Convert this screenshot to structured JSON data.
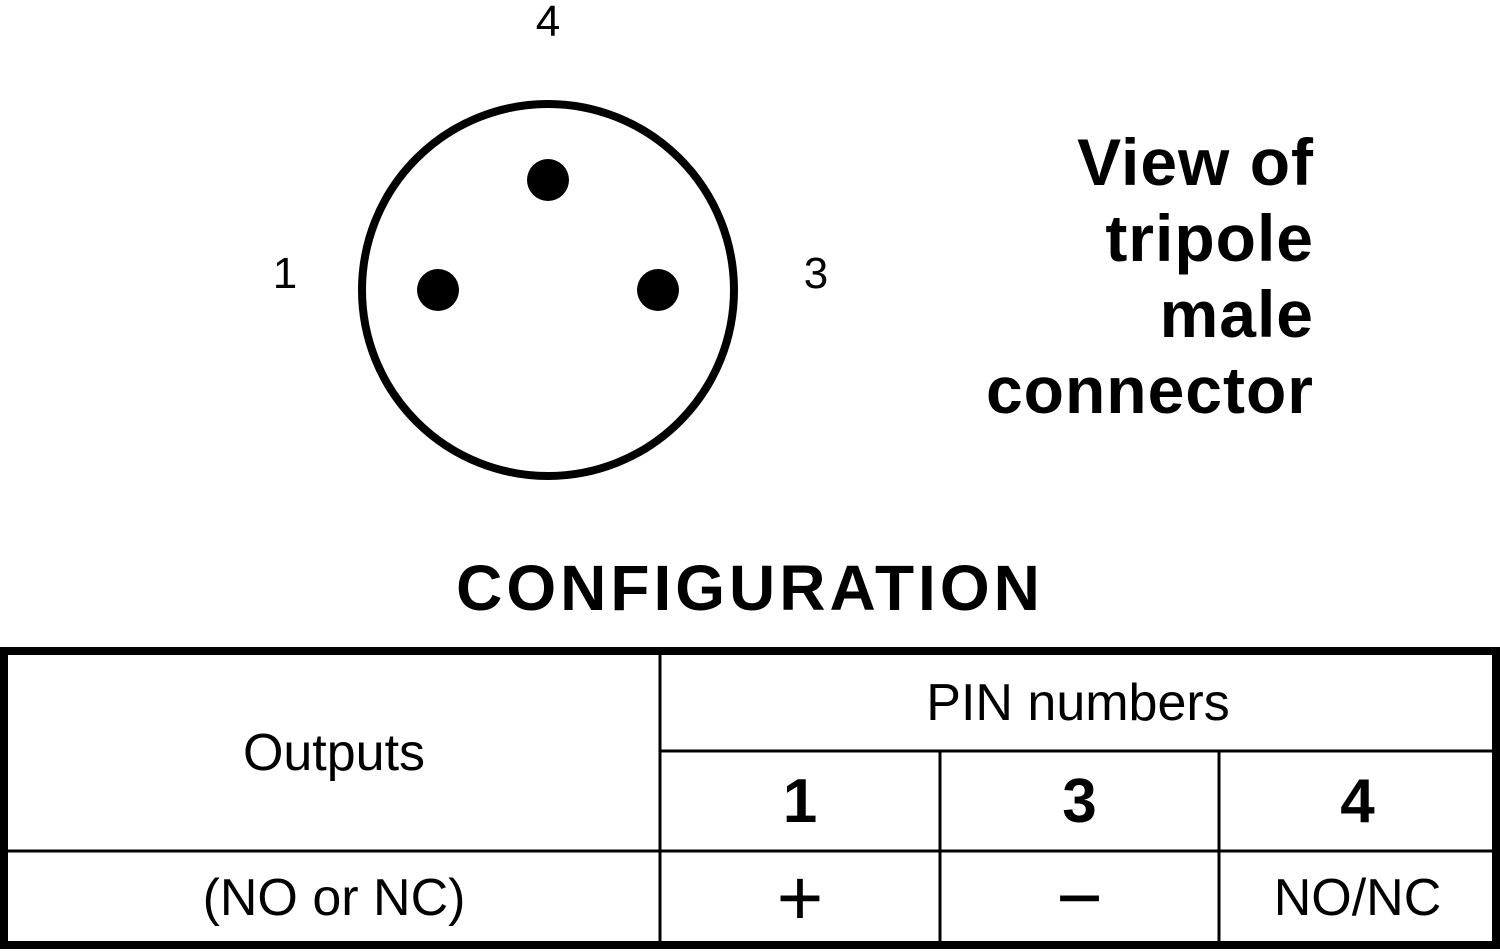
{
  "connector": {
    "pin_labels": {
      "top": "4",
      "left": "1",
      "right": "3"
    }
  },
  "view_title": {
    "lines": [
      "View of",
      "tripole",
      "male",
      "connector"
    ]
  },
  "config_title": "CONFIGURATION",
  "table": {
    "outputs_header": "Outputs",
    "pins_header": "PIN numbers",
    "pin_cols": [
      "1",
      "3",
      "4"
    ],
    "row_label": "(NO or NC)",
    "row_values": [
      "+",
      "−",
      "NO/NC"
    ]
  }
}
